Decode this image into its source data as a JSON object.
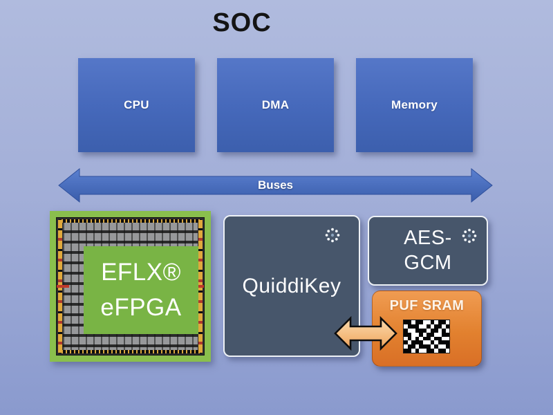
{
  "title": "SOC",
  "colors": {
    "background_top": "#b0bbde",
    "background_bottom": "#8a9ace",
    "block_blue_top": "#5577c8",
    "block_blue_bottom": "#3c5fad",
    "slate_box": "#47566b",
    "slate_border": "#eef2f6",
    "orange_top": "#f09c52",
    "orange_bottom": "#d96f26",
    "chip_frame_green": "#8abf4d",
    "chip_label_green": "#79b445",
    "exchange_arrow_fill": "#f5c491",
    "bus_arrow_blue": "#4a6fc0"
  },
  "soc_blocks": [
    {
      "label": "CPU"
    },
    {
      "label": "DMA"
    },
    {
      "label": "Memory"
    }
  ],
  "bus": {
    "label": "Buses"
  },
  "efpga": {
    "line1": "EFLX®",
    "line2": "eFPGA"
  },
  "quiddikey": {
    "label": "QuiddiKey",
    "badge_icon": "dots-diamond-icon"
  },
  "aes_gcm": {
    "line1": "AES-",
    "line2": "GCM",
    "badge_icon": "dots-diamond-icon"
  },
  "puf_sram": {
    "label": "PUF SRAM",
    "pattern_icon": "sram-noise-barcode",
    "pattern_rows": [
      "110110010110",
      "011100101101",
      "100111011010",
      "110010110011",
      "010101101100",
      "101110010111",
      "011011101001",
      "110100110110"
    ]
  }
}
